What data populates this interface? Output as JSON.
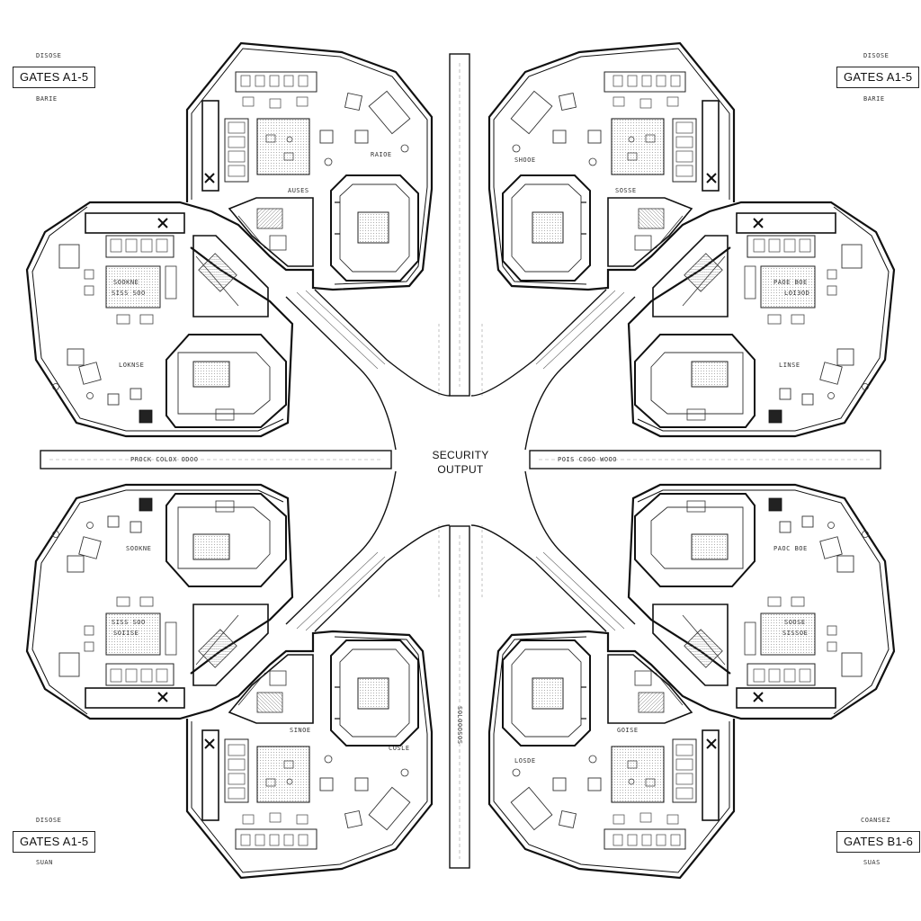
{
  "gate_labels": {
    "top_left": {
      "title": "GATES A1-5",
      "above": "DISOSE",
      "below": "BARIE"
    },
    "top_right": {
      "title": "GATES A1-5",
      "above": "DISOSE",
      "below": "BARIE"
    },
    "bottom_left": {
      "title": "GATES A1-5",
      "above": "DISOSE",
      "below": "SUAN"
    },
    "bottom_right": {
      "title": "GATES B1-6",
      "above": "COANSEZ",
      "below": "SUAS"
    }
  },
  "center": {
    "line1": "SECURITY",
    "line2": "OUTPUT"
  },
  "corridor_labels": {
    "west": "PROCK COLOX ODOO",
    "east": "POIS COGO WOOO",
    "south": "SOLOOOSOS"
  },
  "room_labels": {
    "q1": {
      "a": "AUSES",
      "b": "SOOKNE",
      "c": "SISS SOO",
      "d": "LOKNSE",
      "e": "RAIOE"
    },
    "q2": {
      "a": "SOSSE",
      "b": "PAOE BOE",
      "c": "LOI3OD",
      "d": "LINSE",
      "e": "SHOOE"
    },
    "q3": {
      "a": "SOOKNE",
      "b": "SISS SOO",
      "c": "SOIISE",
      "d": "SINOE",
      "e": "COSLE"
    },
    "q4": {
      "a": "PAOC BOE",
      "b": "SOOSE",
      "c": "SISSOE",
      "d": "GOISE",
      "e": "LOSDE"
    }
  },
  "icons": [
    "exit-marker-icon",
    "exit-marker-icon",
    "exit-marker-icon",
    "exit-marker-icon",
    "exit-marker-icon",
    "exit-marker-icon",
    "exit-marker-icon",
    "exit-marker-icon"
  ]
}
